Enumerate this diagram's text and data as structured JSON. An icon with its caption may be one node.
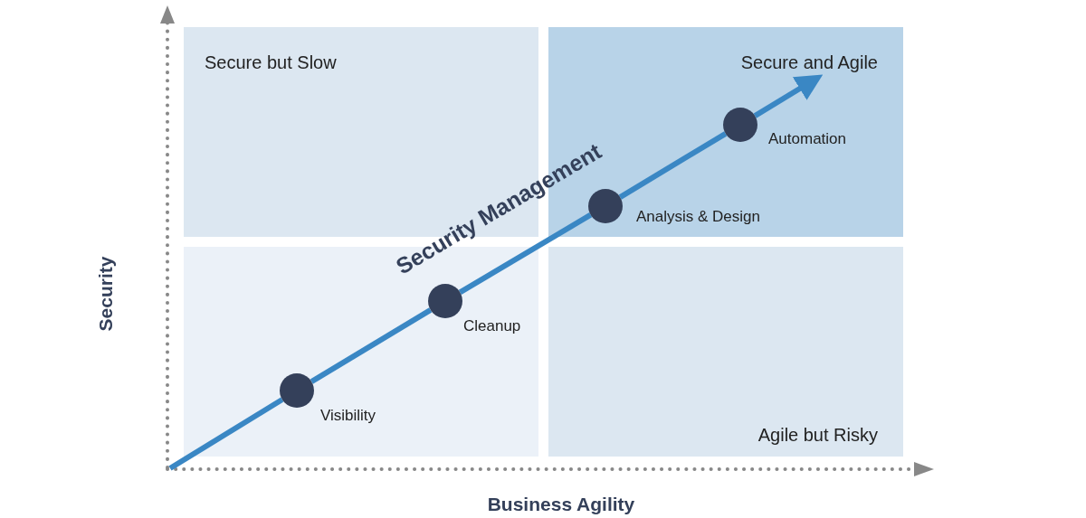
{
  "diagram": {
    "nodes": [
      {
        "text": [
          "Secure but Slow"
        ]
      },
      {
        "text": [
          "Secure and Agile"
        ]
      },
      {
        "text": [],
        "shape": "box"
      },
      {
        "text": [
          "Agile but Risky"
        ]
      },
      {
        "text": [],
        "shape": "circle",
        "in": 2,
        "beside": [
          "Visibility"
        ]
      },
      {
        "text": [],
        "shape": "circle",
        "in": 2,
        "beside": [
          "Cleanup"
        ]
      },
      {
        "text": [],
        "shape": "circle",
        "in": 1,
        "beside": [
          "Analysis & Design"
        ]
      },
      {
        "text": [],
        "shape": "circle",
        "in": 1,
        "beside": [
          "Automation"
        ]
      }
    ],
    "edges": [
      {
        "from": null,
        "to": 4,
        "arrow": "none"
      },
      {
        "from": 4,
        "to": 5,
        "arrow": "none"
      },
      {
        "from": 5,
        "to": 6,
        "arrow": "none",
        "label": "Security Management"
      },
      {
        "from": 6,
        "to": 7,
        "arrow": "none"
      },
      {
        "from": 7,
        "to": null,
        "arrow": "to"
      }
    ],
    "labels": [
      "Security",
      "Business Agility"
    ]
  }
}
